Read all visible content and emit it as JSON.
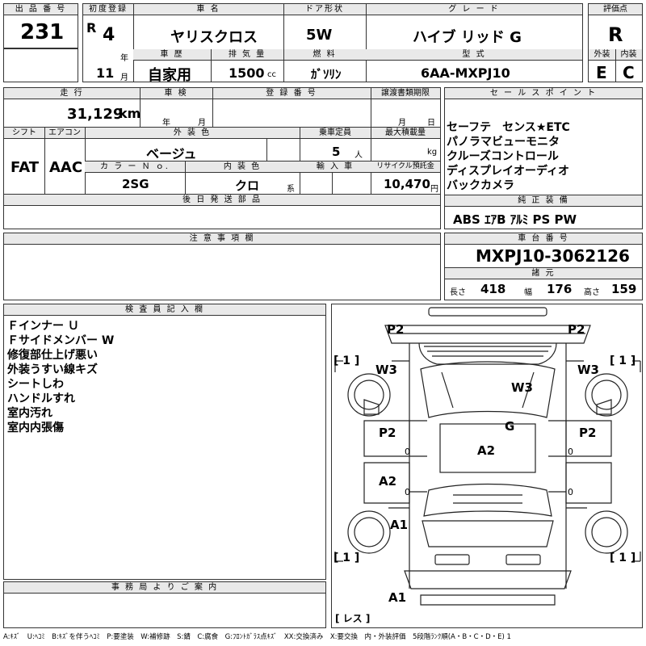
{
  "header_labels": {
    "lot_no": "出 品 番 号",
    "first_reg": "初度登録",
    "car_name": "車 名",
    "door": "ドア形状",
    "grade": "グ レ ー ド",
    "score": "評価点",
    "history": "車 歴",
    "displacement": "排 気 量",
    "fuel": "燃 料",
    "model_code": "型 式",
    "exterior": "外装",
    "interior": "内装",
    "year_unit": "年",
    "month_unit": "月",
    "cc_unit": "cc"
  },
  "vehicle": {
    "lot_no": "231",
    "era": "R",
    "year": "4",
    "month": "11",
    "car_name": "ヤリスクロス",
    "door": "5W",
    "grade": "ハイブ リッド G",
    "score": "R",
    "history": "自家用",
    "displacement": "1500",
    "fuel": "ｶﾞｿﾘﾝ",
    "model_code": "6AA-MXPJ10",
    "exterior_grade": "E",
    "interior_grade": "C"
  },
  "row2_labels": {
    "mileage": "走 行",
    "inspection": "車 検",
    "reg_no": "登 録 番 号",
    "transfer_deadline": "譲渡書類期限",
    "km_unit": "km",
    "year_unit": "年",
    "month_unit": "月",
    "day_unit": "日",
    "shift": "シフト",
    "aircon": "エアコン",
    "ext_color": "外 装 色",
    "capacity": "乗車定員",
    "max_load": "最大積載量",
    "color_no": "カ ラ ー Ｎ ｏ.",
    "int_color": "内 装 色",
    "import": "輸 入 車",
    "recycle": "リサイクル預託金",
    "person_unit": "人",
    "kg_unit": "kg",
    "series_unit": "系",
    "yen_unit": "円",
    "later_parts": "後 日 発 送 部 品"
  },
  "row2": {
    "mileage": "31,129",
    "shift": "FAT",
    "aircon": "AAC",
    "ext_color": "ベージュ",
    "capacity": "5",
    "color_no": "2SG",
    "int_color": "クロ",
    "recycle": "10,470"
  },
  "sales_points": {
    "title": "セ ー ル ス ポ イ ン ト",
    "items": [
      "セーフテ　センス★ETC",
      "パノラマビューモニタ",
      "クルーズコントロール",
      "ディスプレイオーディオ",
      "バックカメラ"
    ]
  },
  "equipment": {
    "title": "純 正 装 備",
    "value": "ABS ｴｱB ｱﾙﾐ PS PW"
  },
  "notes": {
    "title": "注 意 事 項 欄"
  },
  "chassis": {
    "title": "車 台 番 号",
    "value": "MXPJ10-3062126",
    "spec_title": "諸 元",
    "length_label": "長さ",
    "length": "418",
    "width_label": "幅",
    "width": "176",
    "height_label": "高さ",
    "height": "159"
  },
  "inspector": {
    "title": "検 査 員 記 入 欄",
    "items": [
      "Ｆインナー Ｕ",
      "Ｆサイドメンバー W",
      "修復部仕上げ悪い",
      "外装うすい線キズ",
      "シートしわ",
      "ハンドルすれ",
      "室内汚れ",
      "室内内張傷"
    ]
  },
  "office": {
    "title": "事 務 局 よ り ご 案 内"
  },
  "diagram": {
    "marks": {
      "p2_top_left": "P2",
      "p2_top_right": "P2",
      "bracket_left_top": "[ 1 ]",
      "bracket_right_top": "[ 1 ]",
      "w3_left": "W3",
      "w3_right": "W3",
      "w3_roof": "W3",
      "g_windshield": "G",
      "p2_left_door": "P2",
      "p2_right_door": "P2",
      "a2_center": "A2",
      "a2_left_door": "A2",
      "a1_left": "A1",
      "bracket_left_bottom": "[ 1 ]",
      "bracket_right_bottom": "[ 1 ]",
      "a1_bottom": "A1",
      "less": "[ レス ]",
      "zero_1": "0",
      "zero_2": "0",
      "zero_3": "0",
      "zero_4": "0"
    }
  },
  "legend": "A:ｷｽﾞ　U:ﾍｺﾐ　B:ｷｽﾞを伴うﾍｺﾐ　P:要塗装　W:補修跡　S:錆　C:腐食　G:ﾌﾛﾝﾄｶﾞﾗｽ点ｷｽﾞ　XX:交換済み　X:要交換　内・外装評価　5段階ﾗﾝｸ順(A・B・C・D・E) 1"
}
